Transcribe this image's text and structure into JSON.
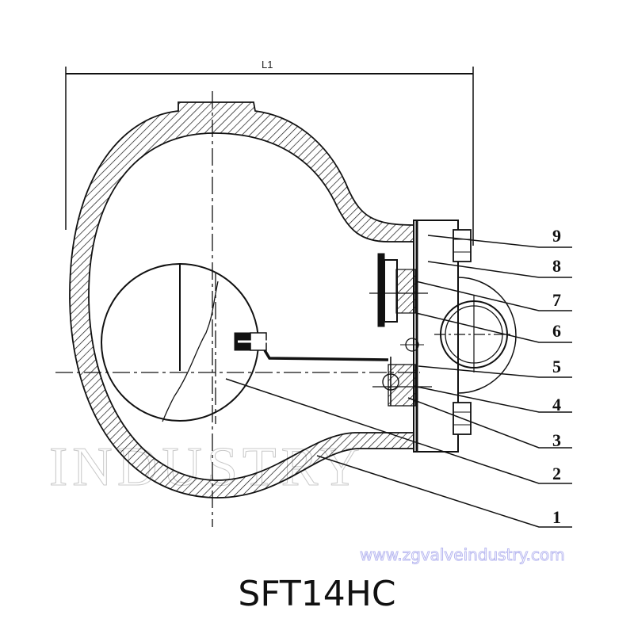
{
  "drawing": {
    "dimension_label": "L1",
    "watermark_text": "INDUSTRY",
    "part_labels": [
      "9",
      "8",
      "7",
      "6",
      "5",
      "4",
      "3",
      "2",
      "1"
    ]
  },
  "footer": {
    "url": "www.zgvalveindustry.com",
    "model": "SFT14HC"
  },
  "colors": {
    "line": "#111111",
    "watermark": "#c8c8c8",
    "url_outline": "#b8b8f0"
  }
}
